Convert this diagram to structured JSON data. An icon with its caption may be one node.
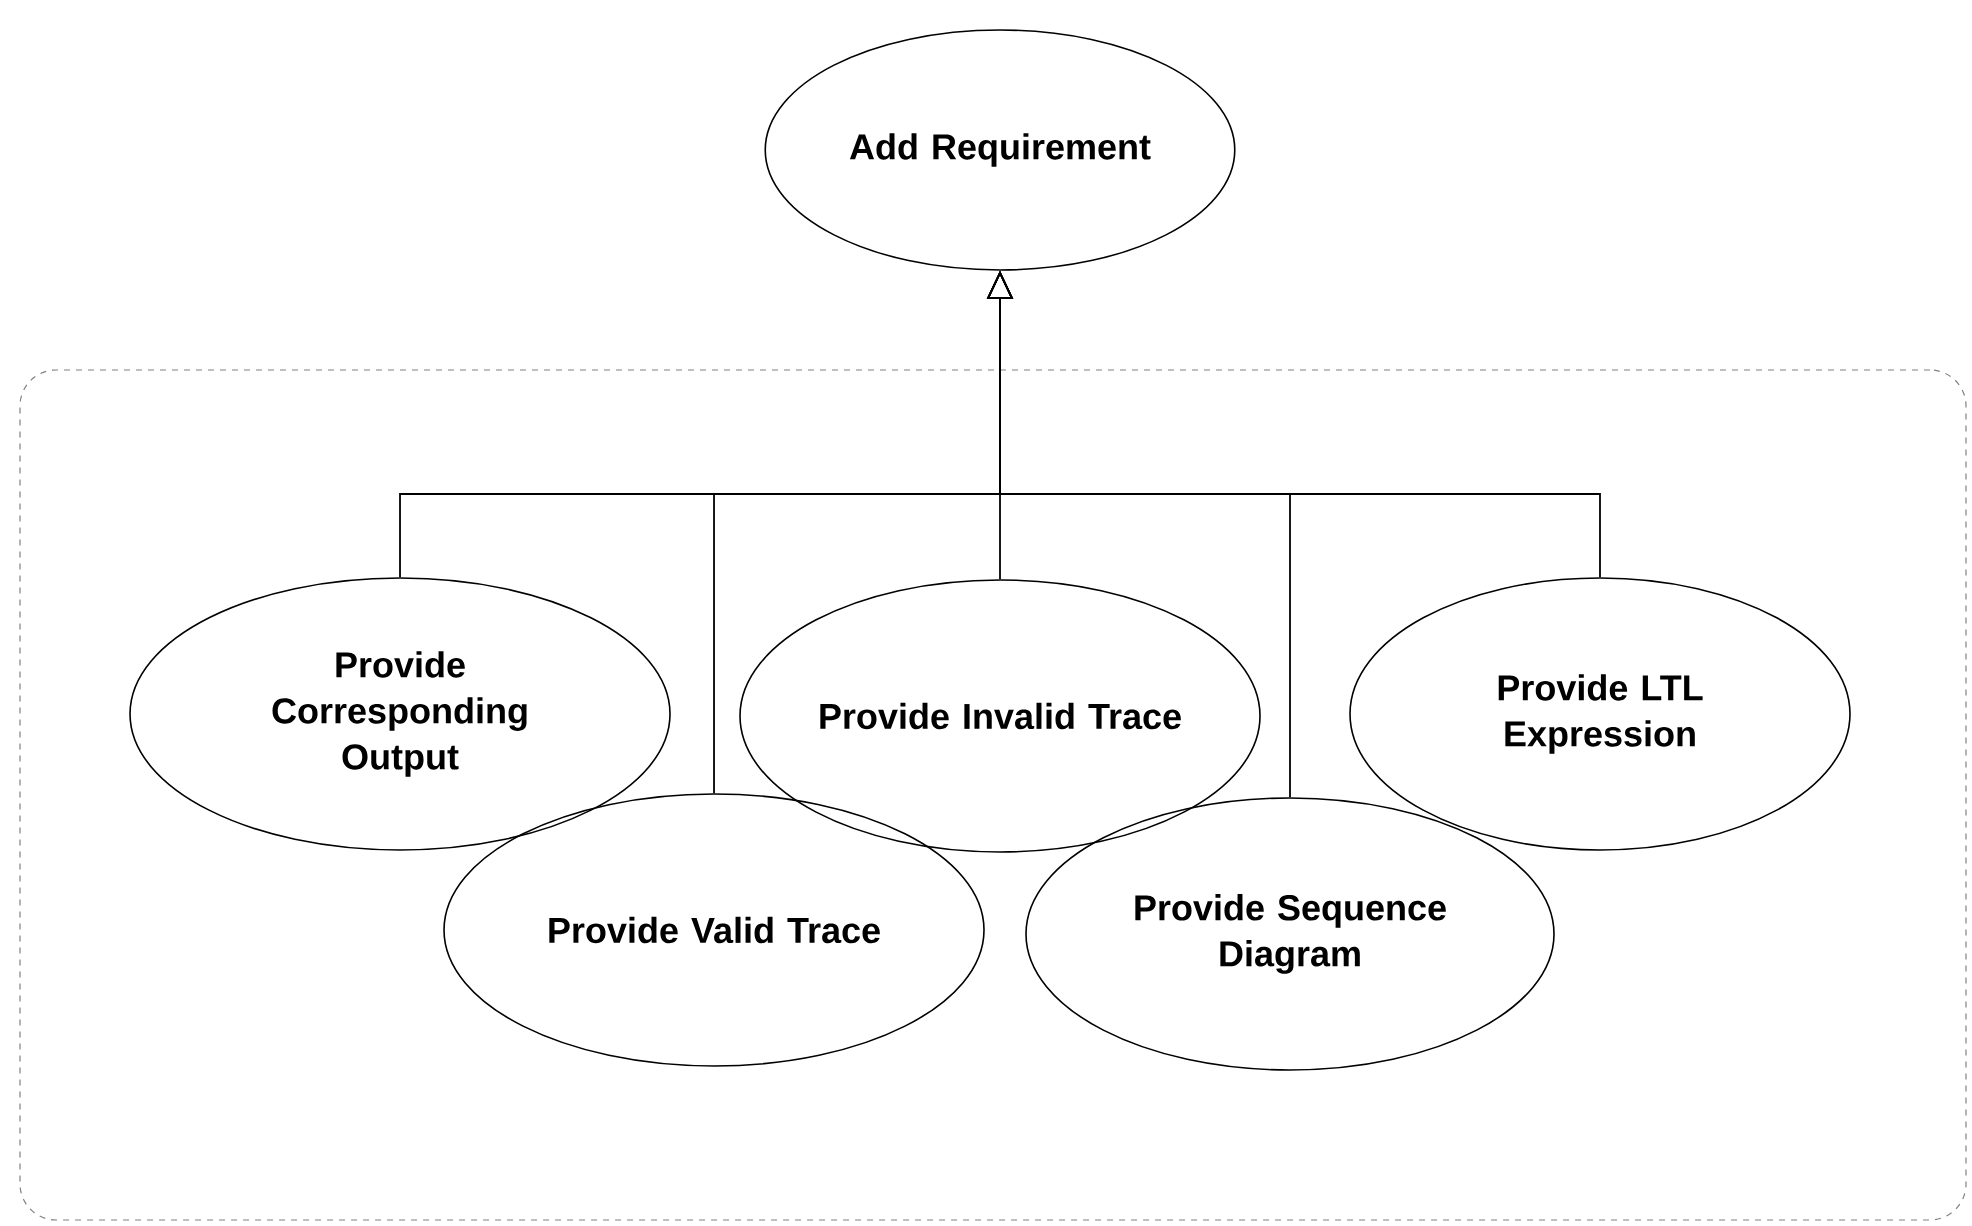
{
  "diagram": {
    "nodes": [
      {
        "text": [
          "Add Requirement"
        ]
      },
      {
        "text": [],
        "shape": "box"
      },
      {
        "text": [
          "Provide Corresponding Output"
        ],
        "in": 1
      },
      {
        "text": [
          "Provide Valid Trace"
        ],
        "in": 1
      },
      {
        "text": [
          "Provide Invalid Trace"
        ],
        "in": 1
      },
      {
        "text": [
          "Provide Sequence Diagram"
        ],
        "in": 1
      },
      {
        "text": [
          "Provide LTL Expression"
        ],
        "in": 1
      }
    ],
    "edges": [
      {
        "from": 2,
        "to": 0,
        "arrow": "to"
      },
      {
        "from": 3,
        "to": 0,
        "arrow": "to"
      },
      {
        "from": 4,
        "to": 0,
        "arrow": "to"
      },
      {
        "from": 5,
        "to": 0,
        "arrow": "to"
      },
      {
        "from": 6,
        "to": 0,
        "arrow": "to"
      }
    ]
  }
}
